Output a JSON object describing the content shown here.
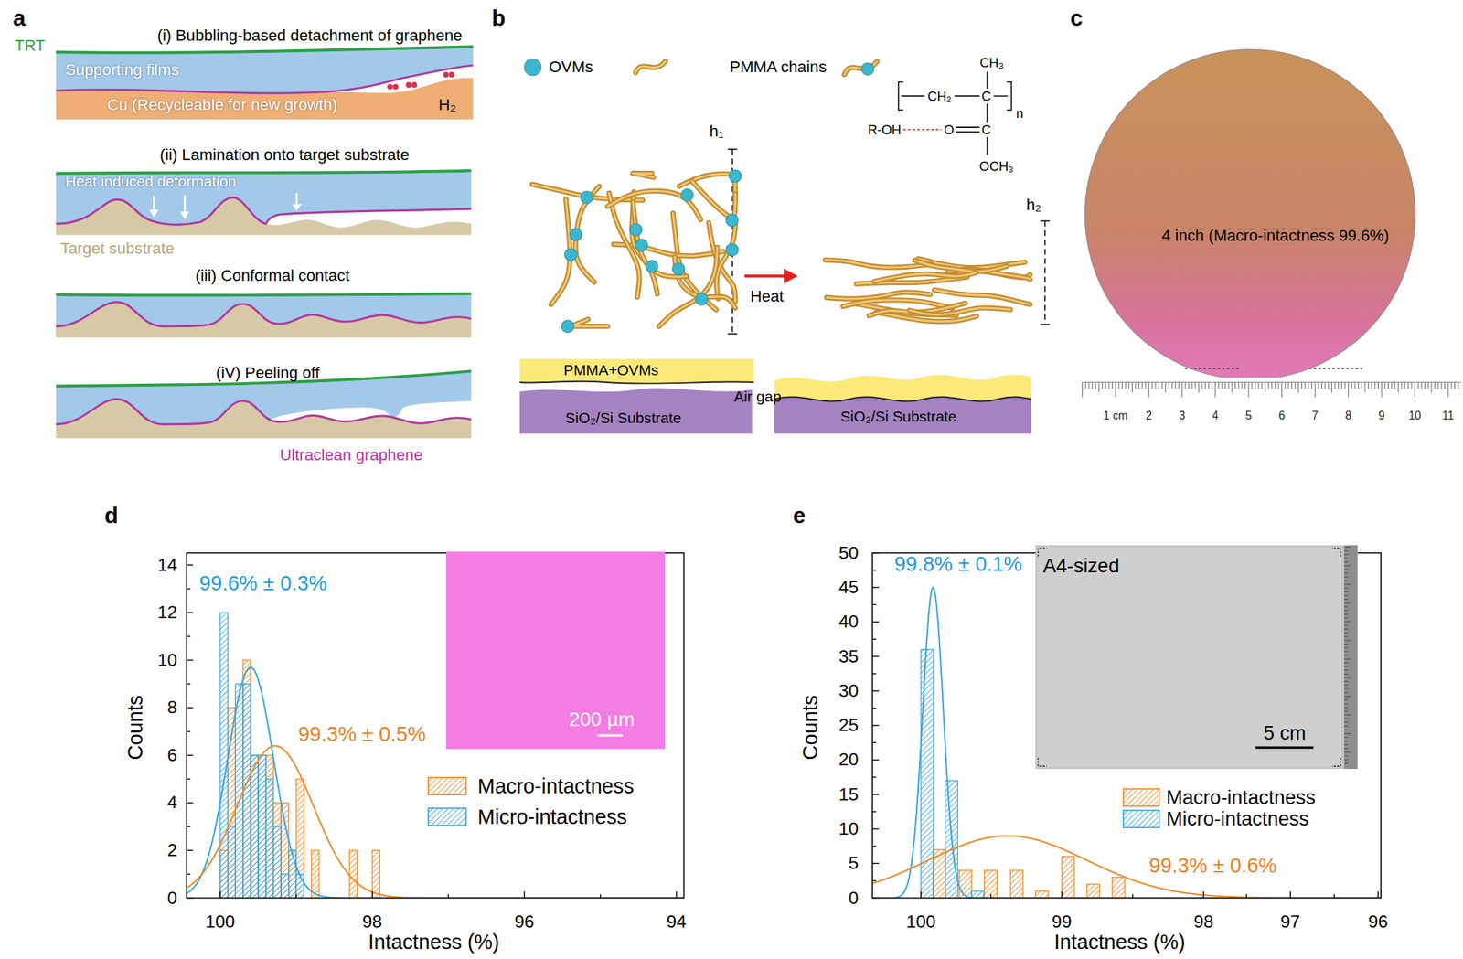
{
  "diagram": {
    "nodes": [
      {
        "text": [
          "Supporting films"
        ]
      },
      {
        "text": [
          "Cu (Recycleable for new growth)"
        ]
      },
      {
        "text": [
          "Heat induced deformation"
        ]
      },
      {
        "text": [
          "PMMA+OVMs"
        ]
      },
      {
        "text": [
          "SiO₂/Si Substrate"
        ]
      },
      {
        "text": [
          "SiO₂/Si Substrate"
        ]
      },
      {
        "text": [
          "4 inch (Macro-intactness 99.6%)"
        ]
      },
      {
        "text": [
          "200 µm"
        ]
      },
      {
        "text": [
          "A4-sized",
          "5 cm"
        ]
      }
    ],
    "labels": [
      "a",
      "b",
      "c",
      "d",
      "e",
      "TRT",
      "(i) Bubbling-based detachment of graphene",
      "H₂",
      "(ii) Lamination onto target substrate",
      "Target substrate",
      "(iii) Conformal contact",
      "(iV) Peeling off",
      "Ultraclean graphene",
      "h₁",
      "R-OH",
      "CH₃",
      "CH₂",
      "C",
      "n",
      "O",
      "C",
      "OCH₃",
      "h₂",
      "Heat",
      "Air gap",
      "1 cm",
      "2",
      "3",
      "4",
      "5",
      "6",
      "7",
      "8",
      "9",
      "10",
      "11",
      "0",
      "2",
      "4",
      "6",
      "8",
      "10",
      "12",
      "14",
      "100",
      "98",
      "96",
      "94",
      "Counts",
      "Intactness (%)",
      "99.6% ± 0.3%",
      "99.3% ± 0.5%",
      "0",
      "5",
      "10",
      "15",
      "20",
      "25",
      "30",
      "35",
      "40",
      "45",
      "50",
      "100",
      "99",
      "98",
      "97",
      "96",
      "Counts",
      "Intactness (%)",
      "99.8% ± 0.1%",
      "99.3% ± 0.6%"
    ],
    "legend": [
      {
        "text": "OVMs",
        "color": "#3cb6cf"
      },
      {
        "text": "PMMA chains"
      },
      {
        "text": "Macro-intactness",
        "color": "#f08a24"
      },
      {
        "text": "Micro-intactness",
        "color": "#3aa6e0"
      },
      {
        "text": "Macro-intactness",
        "color": "#f08a24"
      },
      {
        "text": "Micro-intactness",
        "color": "#3aa6e0"
      }
    ]
  }
}
